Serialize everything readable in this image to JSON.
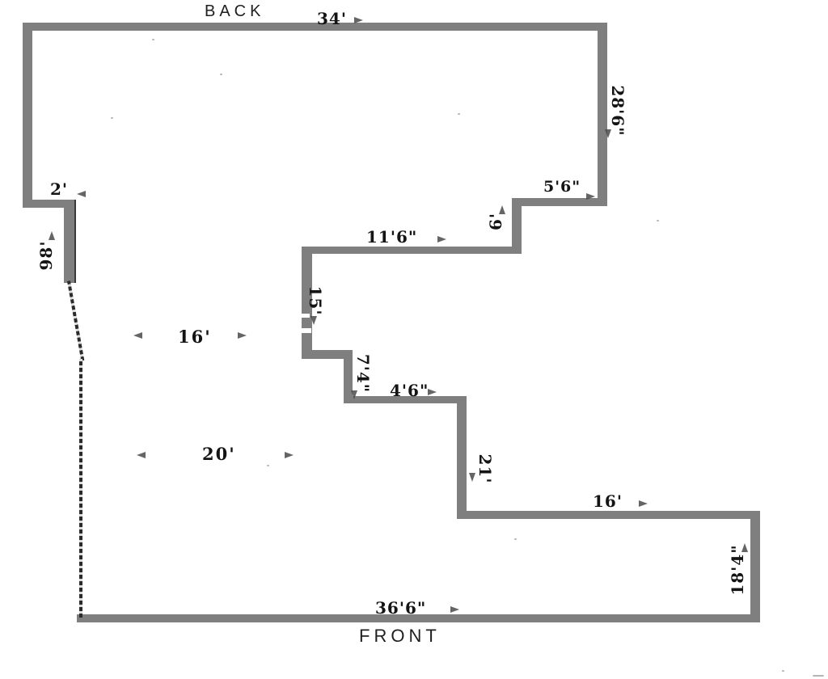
{
  "plan": {
    "back_label": "BACK",
    "front_label": "FRONT",
    "dims": {
      "top_34": "34'",
      "right_upper_28_6": "28'6\"",
      "step_5_6": "5'6\"",
      "seg_6": "6'",
      "seg_11_6": "11'6\"",
      "seg_15": "15'",
      "left_step_2": "2'",
      "left_98": "98'",
      "interior_16": "16'",
      "seg_7_4": "7'4\"",
      "seg_4_6": "4'6\"",
      "seg_21": "21'",
      "interior_20": "20'",
      "bottom_right_16": "16'",
      "right_lower_18_4": "18'4\"",
      "bottom_36_6": "36'6\""
    },
    "colors": {
      "wall": "#7f7f7f",
      "text": "#141414",
      "boundary_crease": "#2b2b2b",
      "background": "#ffffff"
    }
  }
}
